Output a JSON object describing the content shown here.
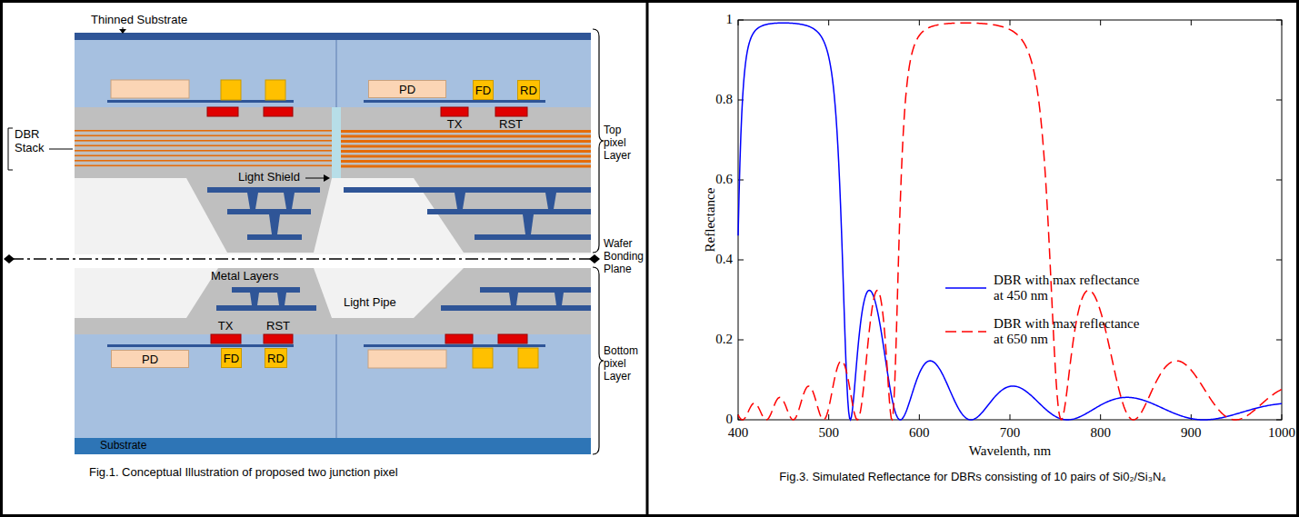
{
  "diagram": {
    "nodes": [
      {
        "text": [
          "PD"
        ]
      },
      {
        "text": [
          "FD"
        ]
      },
      {
        "text": [
          "RD"
        ]
      },
      {
        "text": [
          "PD"
        ]
      },
      {
        "text": [
          "FD"
        ]
      },
      {
        "text": [
          "RD"
        ]
      }
    ],
    "labels": [
      "Thinned Substrate",
      "DBR Stack",
      "Light Shield",
      "TX",
      "RST",
      "Top pixel Layer",
      "Wafer Bonding Plane",
      "Metal Layers",
      "TX",
      "RST",
      "Light Pipe",
      "Bottom pixel Layer",
      "Substrate",
      "Fig.1. Conceptual Illustration of proposed two junction pixel",
      "Reflectance",
      "Wavelenth, nm",
      "0",
      "0.2",
      "0.4",
      "0.6",
      "0.8",
      "1",
      "400",
      "500",
      "600",
      "700",
      "800",
      "900",
      "1000",
      "Fig.3. Simulated Reflectance for DBRs consisting of 10 pairs of Si0₂/Si₃N₄"
    ],
    "legend": [
      {
        "text": "DBR with max reflectance at 450 nm"
      },
      {
        "text": "DBR with max reflectance at 650 nm"
      }
    ]
  }
}
